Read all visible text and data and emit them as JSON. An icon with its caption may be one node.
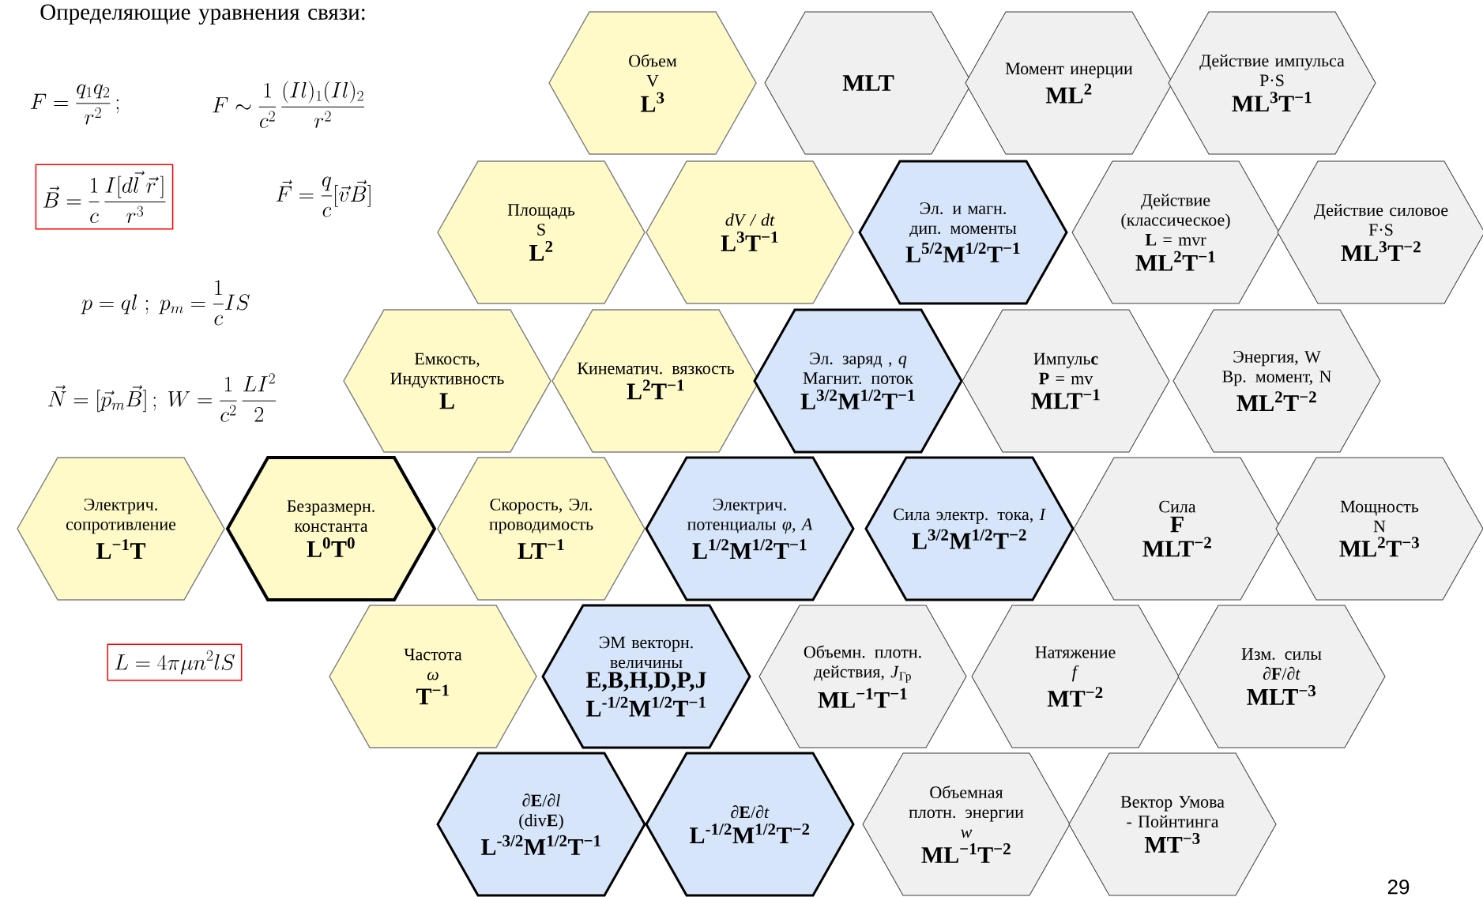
{
  "diagram": {
    "title": "Определяющие уравнения связи:",
    "nodes": [
      {
        "text": [
          "Объем",
          "V",
          "L$^{3}$"
        ]
      },
      {
        "text": [
          "MLT"
        ]
      },
      {
        "text": [
          "Момент инерции",
          "ML$^{2}$"
        ]
      },
      {
        "text": [
          "Действие импульса",
          "P·S",
          "ML$^{3}$T$^{−1}$"
        ]
      },
      {
        "text": [
          "Площадь",
          "S",
          "L$^{2}$"
        ]
      },
      {
        "text": [
          "dV / dt",
          "L$^{3}$T$^{−1}$"
        ]
      },
      {
        "text": [
          "Эл. и магн. дип. моменты",
          "L$^{5/2}$M$^{1/2}$T$^{−1}$"
        ]
      },
      {
        "text": [
          "Действие (классическое)",
          "**L** = mvr",
          "ML$^{2}$T$^{−1}$"
        ]
      },
      {
        "text": [
          "Действие силовое",
          "F·S",
          "ML$^{3}$T$^{−2}$"
        ]
      },
      {
        "text": [
          "Емкость, Индуктивность",
          "L"
        ]
      },
      {
        "text": [
          "Кинематич. вязкость",
          "L$^{2}$T$^{−1}$"
        ]
      },
      {
        "text": [
          "Эл. заряд , *q* Магнит. поток",
          "L$^{3/2}$M$^{1/2}$T$^{−1}$"
        ]
      },
      {
        "text": [
          "Импуль**с**",
          "**P** = mv",
          "MLT$^{−1}$"
        ]
      },
      {
        "text": [
          "Энергия, W Вр. момент, N",
          "ML$^{2}$T$^{−2}$"
        ]
      },
      {
        "text": [
          "Электрич. сопротивление",
          "L$^{−1}$T"
        ]
      },
      {
        "text": [
          "Безразмерн. константа",
          "L$^{0}$T$^{0}$"
        ]
      },
      {
        "text": [
          "Скорость, Эл. проводимость",
          "LT$^{−1}$"
        ]
      },
      {
        "text": [
          "Электрич. потенциалы *φ*, *A*",
          "L$^{1/2}$M$^{1/2}$T$^{−1}$"
        ]
      },
      {
        "text": [
          "Сила электр. тока, *I*",
          "L$^{3/2}$M$^{1/2}$T$^{−2}$"
        ]
      },
      {
        "text": [
          "Сила",
          "F",
          "MLT$^{−2}$"
        ]
      },
      {
        "text": [
          "Мощность",
          "N",
          "ML$^{2}$T$^{−3}$"
        ]
      },
      {
        "text": [
          "Частота",
          "*ω*",
          "T$^{−1}$"
        ]
      },
      {
        "text": [
          "ЭМ векторн. величины",
          "E,B,H,D,P,J",
          "L$^{-1/2}$M$^{1/2}$T$^{−1}$"
        ]
      },
      {
        "text": [
          "Объемн. плотн. действия, *J*$_{Гр}$",
          "ML$^{−1}$T$^{−1}$"
        ]
      },
      {
        "text": [
          "Натяжение",
          "*f*",
          "MT$^{−2}$"
        ]
      },
      {
        "text": [
          "Изм. силы",
          "∂**F**/∂*t*",
          "MLT$^{−3}$"
        ]
      },
      {
        "text": [
          "∂**E**/∂*l*",
          "(div**E**)",
          "L$^{-3/2}$M$^{1/2}$T$^{−1}$"
        ]
      },
      {
        "text": [
          "∂**E**/∂*t*",
          "L$^{-1/2}$M$^{1/2}$T$^{−2}$"
        ]
      },
      {
        "text": [
          "Объемная плотн. энергии",
          "*w*",
          "ML$^{−1}$T$^{−2}$"
        ]
      },
      {
        "text": [
          "Вектор Умова - Пойнтинга",
          "MT$^{−3}$"
        ]
      }
    ],
    "labels": [
      "F=\\frac{q_1q_2}{r^2}\\,;",
      "F\\sim\\frac{1}{c^2}\\,\\frac{(Il)_1(Il)_2}{r^2}",
      "\\vec{B}=\\frac{1}{c}\\,\\frac{I[d\\vec{l}\\;\\vec{r}\\,]}{r^3}",
      "\\vec{F}=\\frac{q}{c}[\\vec{v}\\vec{B}]",
      "p=ql\\;;\\;p_m=\\frac{1}{c}IS",
      "\\vec{N}=[\\vec{p}_m\\vec{B}]\\,;\\;W=\\frac{1}{c^2}\\,\\frac{LI^2}{2}",
      "L=4\\pi\\mu n^2lS",
      "29"
    ]
  }
}
